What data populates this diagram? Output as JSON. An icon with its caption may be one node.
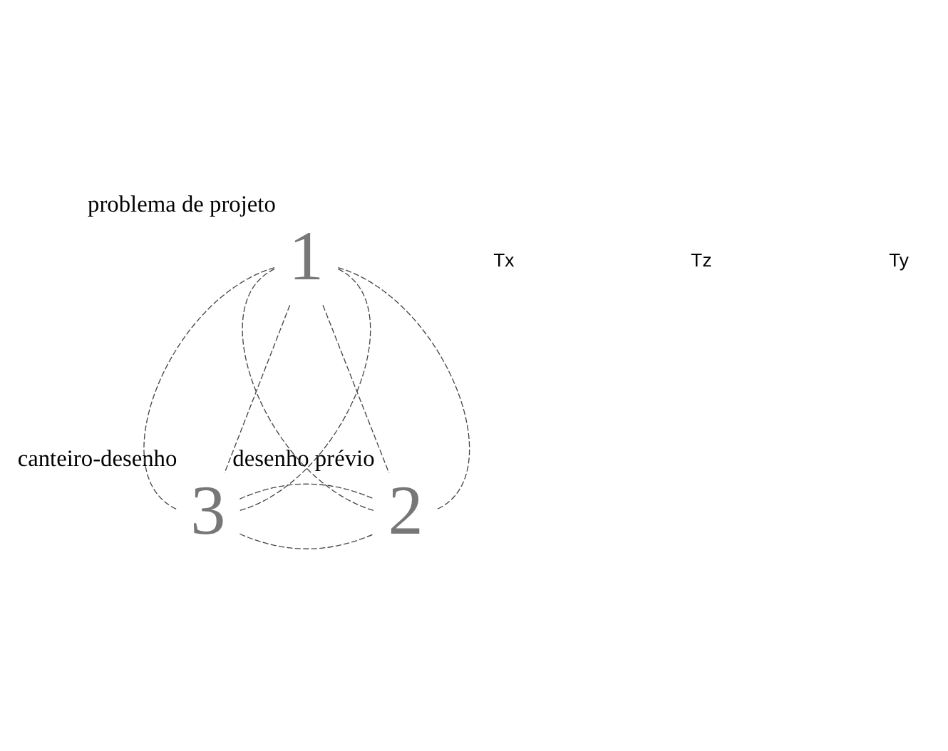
{
  "diagram": {
    "nodes": [
      {
        "text": [
          "1"
        ],
        "beside": [
          "problema de projeto"
        ]
      },
      {
        "text": [
          "2"
        ],
        "beside": [
          "desenho prévio"
        ]
      },
      {
        "text": [
          "3"
        ],
        "beside": [
          "canteiro-desenho"
        ]
      }
    ],
    "edges": [
      {
        "from": 0,
        "to": 1,
        "arrow": "none"
      },
      {
        "from": 0,
        "to": 2,
        "arrow": "none"
      },
      {
        "from": 2,
        "to": 1,
        "arrow": "none"
      },
      {
        "from": 0,
        "to": 1,
        "arrow": "none"
      },
      {
        "from": 0,
        "to": 1,
        "arrow": "none"
      },
      {
        "from": 0,
        "to": 2,
        "arrow": "none"
      },
      {
        "from": 0,
        "to": 2,
        "arrow": "none"
      },
      {
        "from": 2,
        "to": 1,
        "arrow": "none"
      }
    ],
    "labels": [
      "Tx",
      "Tz",
      "Ty"
    ]
  }
}
